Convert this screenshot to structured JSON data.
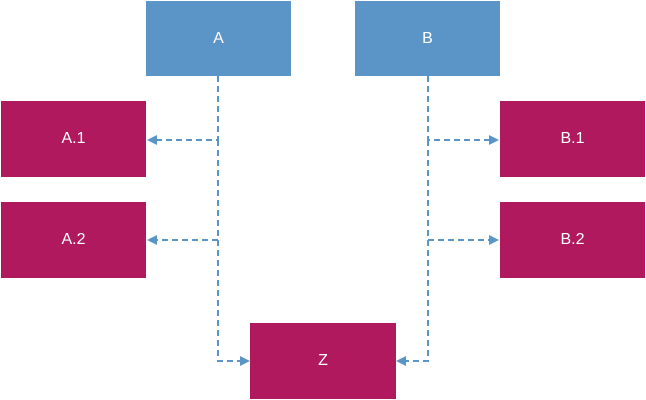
{
  "colors": {
    "parent_fill": "#5b94c6",
    "child_fill": "#b0195d",
    "connector": "#5b94c6",
    "label": "#ffffff"
  },
  "nodes": {
    "a": {
      "label": "A"
    },
    "b": {
      "label": "B"
    },
    "a1": {
      "label": "A.1"
    },
    "a2": {
      "label": "A.2"
    },
    "b1": {
      "label": "B.1"
    },
    "b2": {
      "label": "B.2"
    },
    "z": {
      "label": "Z"
    }
  },
  "edges": [
    {
      "from": "A",
      "to": "A.1",
      "style": "dashed-arrow"
    },
    {
      "from": "A",
      "to": "A.2",
      "style": "dashed-arrow"
    },
    {
      "from": "A",
      "to": "Z",
      "style": "dashed-arrow"
    },
    {
      "from": "B",
      "to": "B.1",
      "style": "dashed-arrow"
    },
    {
      "from": "B",
      "to": "B.2",
      "style": "dashed-arrow"
    },
    {
      "from": "B",
      "to": "Z",
      "style": "dashed-arrow"
    }
  ]
}
